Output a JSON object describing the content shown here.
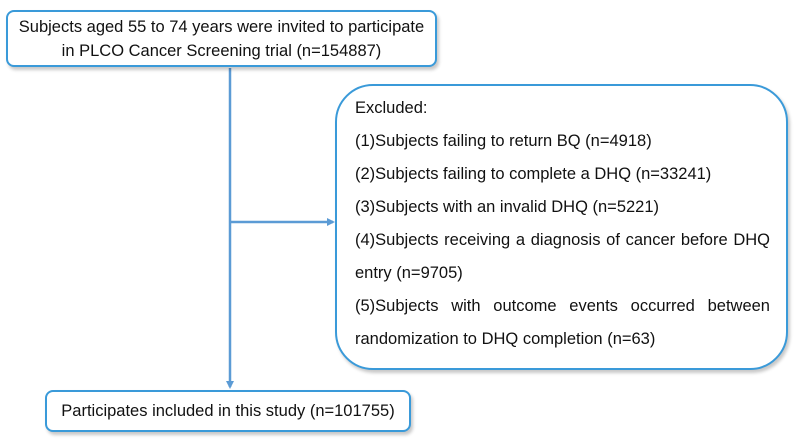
{
  "top_box": {
    "line1": "Subjects aged 55 to 74 years were invited to participate",
    "line2": "in PLCO Cancer Screening trial (n=154887)"
  },
  "excluded_box": {
    "heading": "Excluded:",
    "item1": "(1)Subjects failing to return BQ (n=4918)",
    "item2": "(2)Subjects failing to complete a DHQ (n=33241)",
    "item3": "(3)Subjects with an invalid DHQ (n=5221)",
    "item4_line1": "(4)Subjects receiving a diagnosis of cancer before DHQ",
    "item4_line2": "entry (n=9705)",
    "item5_line1": "(5)Subjects with outcome events occurred between",
    "item5_line2": "randomization to DHQ completion (n=63)"
  },
  "bottom_box": {
    "text": "Participates included in this study (n=101755)"
  },
  "colors": {
    "border": "#3a9ad9",
    "arrow": "#5b9bd5"
  }
}
